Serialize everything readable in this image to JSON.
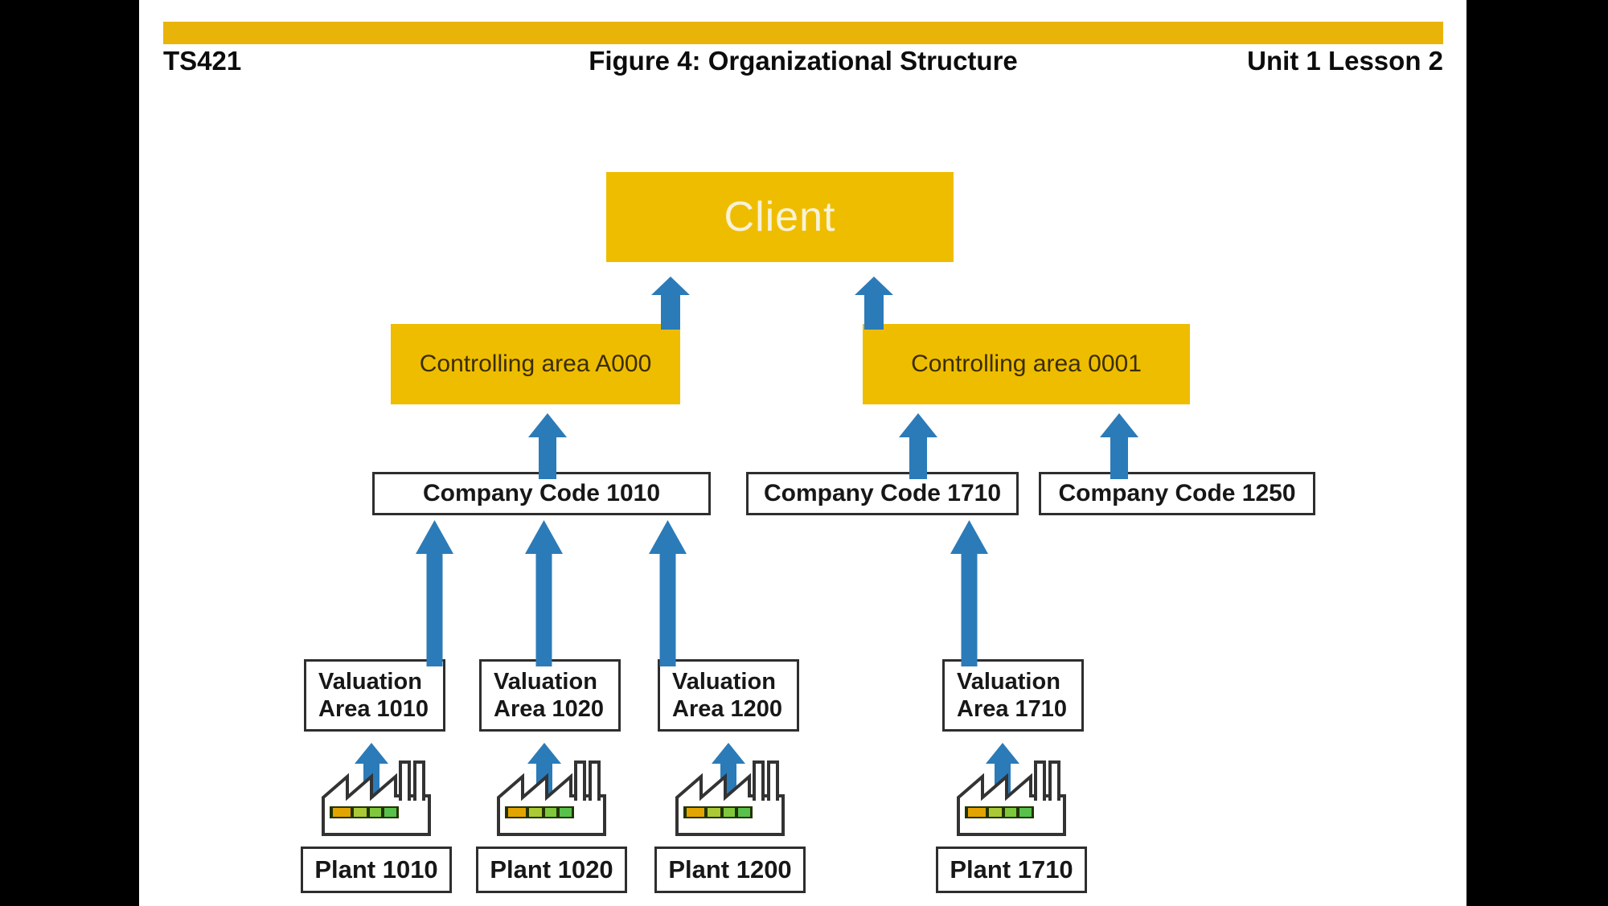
{
  "header": {
    "course_code": "TS421",
    "title": "Figure 4: Organizational Structure",
    "lesson": "Unit 1 Lesson 2"
  },
  "diagram": {
    "client_label": "Client",
    "controlling_areas": [
      {
        "id": "ca-a000",
        "label": "Controlling area A000"
      },
      {
        "id": "ca-0001",
        "label": "Controlling area 0001"
      }
    ],
    "company_codes": [
      {
        "id": "cc-1010",
        "label": "Company Code 1010"
      },
      {
        "id": "cc-1710",
        "label": "Company Code 1710"
      },
      {
        "id": "cc-1250",
        "label": "Company Code 1250"
      }
    ],
    "valuation_areas": [
      {
        "id": "va-1010",
        "line1": "Valuation",
        "line2": "Area 1010"
      },
      {
        "id": "va-1020",
        "line1": "Valuation",
        "line2": "Area 1020"
      },
      {
        "id": "va-1200",
        "line1": "Valuation",
        "line2": "Area 1200"
      },
      {
        "id": "va-1710",
        "line1": "Valuation",
        "line2": "Area 1710"
      }
    ],
    "plants": [
      {
        "id": "plant-1010",
        "label": "Plant 1010"
      },
      {
        "id": "plant-1020",
        "label": "Plant 1020"
      },
      {
        "id": "plant-1200",
        "label": "Plant 1200"
      },
      {
        "id": "plant-1710",
        "label": "Plant 1710"
      }
    ],
    "connections": [
      {
        "from": "ca-a000",
        "to": "client"
      },
      {
        "from": "ca-0001",
        "to": "client"
      },
      {
        "from": "cc-1010",
        "to": "ca-a000"
      },
      {
        "from": "cc-1710",
        "to": "ca-0001"
      },
      {
        "from": "cc-1250",
        "to": "ca-0001"
      },
      {
        "from": "va-1010",
        "to": "cc-1010"
      },
      {
        "from": "va-1020",
        "to": "cc-1010"
      },
      {
        "from": "va-1200",
        "to": "cc-1010"
      },
      {
        "from": "va-1710",
        "to": "cc-1710"
      },
      {
        "from": "plant-1010",
        "to": "va-1010"
      },
      {
        "from": "plant-1020",
        "to": "va-1020"
      },
      {
        "from": "plant-1200",
        "to": "va-1200"
      },
      {
        "from": "plant-1710",
        "to": "va-1710"
      }
    ]
  },
  "colors": {
    "top_bar": "#E9B40A",
    "node_yellow": "#EFBD00",
    "arrow_blue": "#2B7BB9",
    "outline_dark": "#333333",
    "factory_bar_base": "#223400",
    "factory_bar_segments": [
      "#E3A400",
      "#ABC934",
      "#7FC83D",
      "#58C14B"
    ]
  }
}
